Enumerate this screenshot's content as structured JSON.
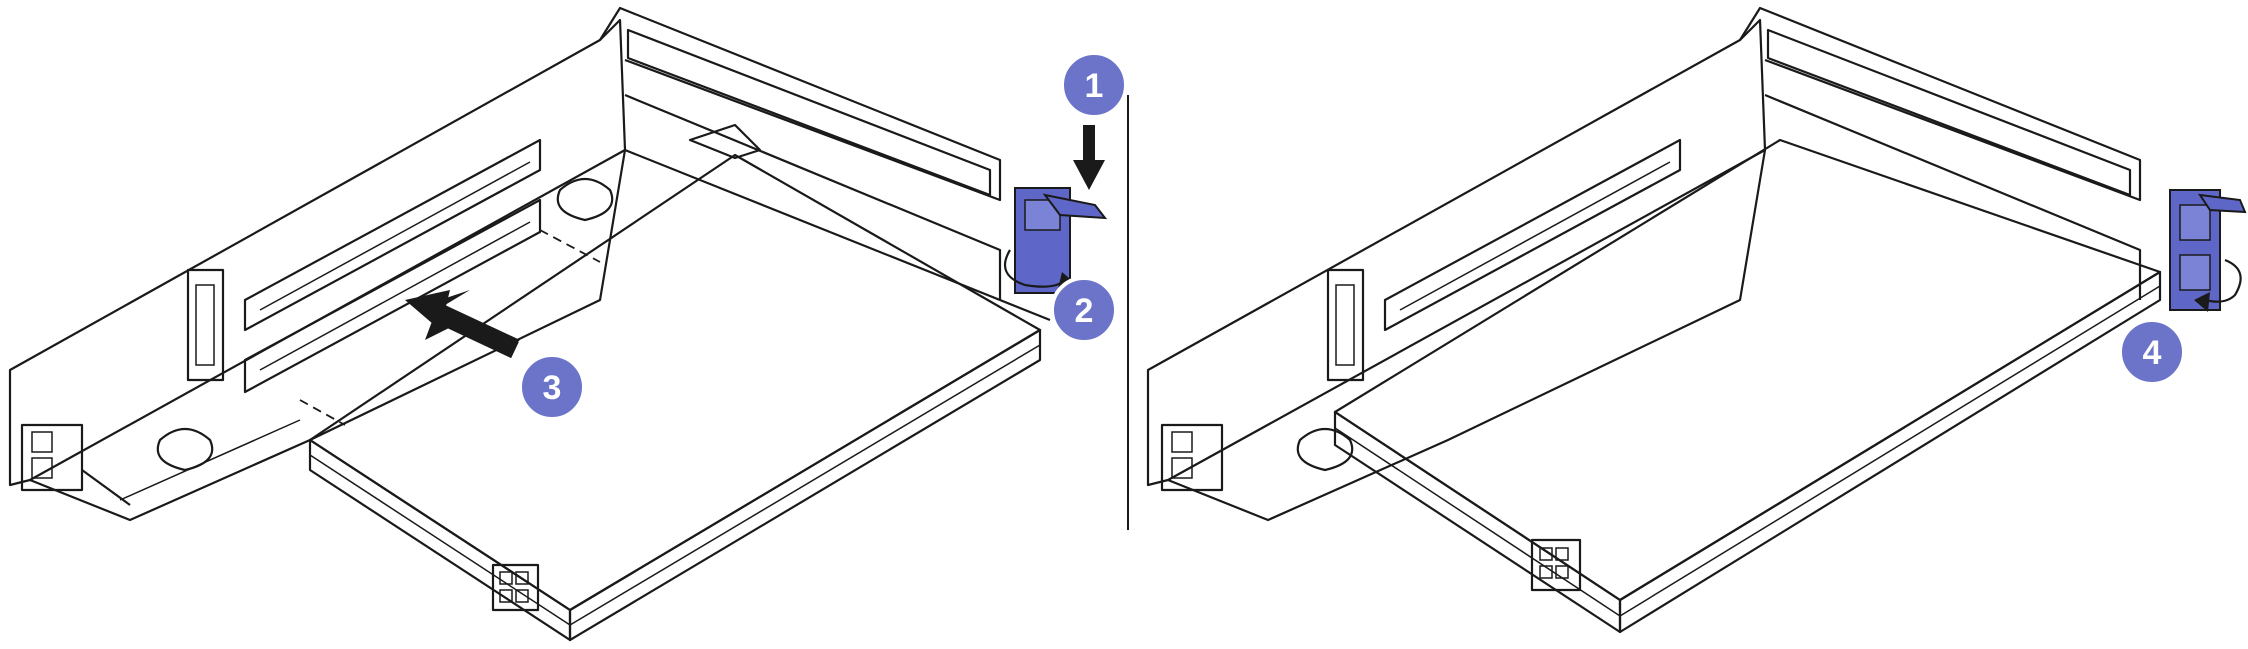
{
  "steps": [
    {
      "label": "1",
      "color": "#6b74c8"
    },
    {
      "label": "2",
      "color": "#6b74c8"
    },
    {
      "label": "3",
      "color": "#6b74c8"
    },
    {
      "label": "4",
      "color": "#6b74c8"
    }
  ],
  "colors": {
    "latch": "#5e66c7",
    "card_fill": "#d9d9d9",
    "line": "#1a1a1a",
    "badge": "#6b74c8"
  }
}
